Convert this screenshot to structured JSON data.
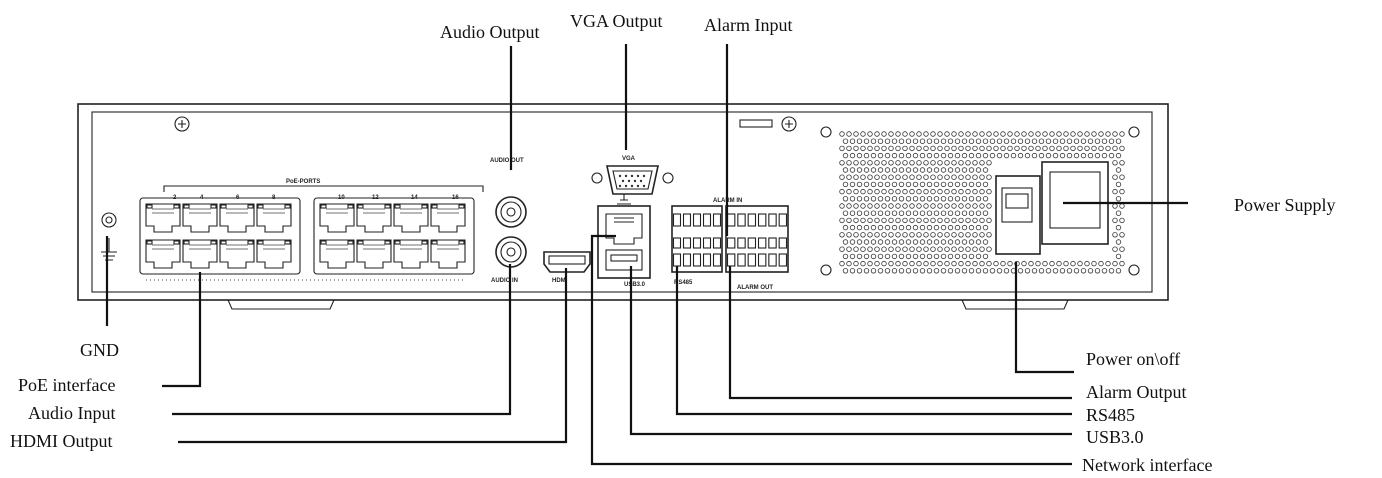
{
  "callouts": {
    "audio_output": "Audio Output",
    "vga_output": "VGA Output",
    "alarm_input": "Alarm Input",
    "power_supply": "Power Supply",
    "gnd": "GND",
    "poe_interface": "PoE interface",
    "audio_input": "Audio Input",
    "hdmi_output": "HDMI Output",
    "power_on_off": "Power on\\off",
    "alarm_output": "Alarm Output",
    "rs485": "RS485",
    "usb30": "USB3.0",
    "network_interface": "Network interface"
  },
  "panel_labels": {
    "poe_ports": "PoE-PORTS",
    "top_port_numbers": [
      "2",
      "4",
      "6",
      "8",
      "10",
      "12",
      "14",
      "16"
    ],
    "audio_out": "AUDIO OUT",
    "audio_in": "AUDIO IN",
    "vga": "VGA",
    "hdmi": "HDMI",
    "usb": "USB3.0",
    "alarm_in": "ALARM IN",
    "alarm_out": "ALARM OUT",
    "rs485": "RS485"
  }
}
